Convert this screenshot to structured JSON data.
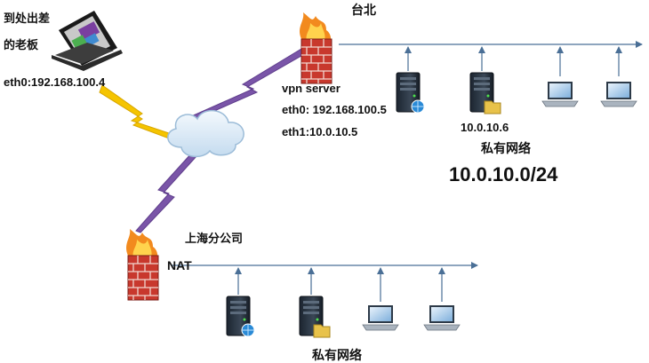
{
  "remote": {
    "title_line1": "到处出差",
    "title_line2": "的老板",
    "ip": "eth0:192.168.100.4"
  },
  "taipei": {
    "site": "台北",
    "server_label": "vpn server",
    "eth0": "eth0: 192.168.100.5",
    "eth1": "eth1:10.0.10.5",
    "host_ip": "10.0.10.6",
    "lan_label": "私有网络",
    "subnet": "10.0.10.0/24"
  },
  "shanghai": {
    "site": "上海分公司",
    "nat": "NAT",
    "lan_label": "私有网络"
  },
  "colors": {
    "link_remote": "#f5c400",
    "link_vpn": "#7a55a8",
    "bus_line": "#4a6f96",
    "firewall": "#c8382d",
    "flame": "#f28a1e",
    "cloud": "#dbe9f5"
  }
}
